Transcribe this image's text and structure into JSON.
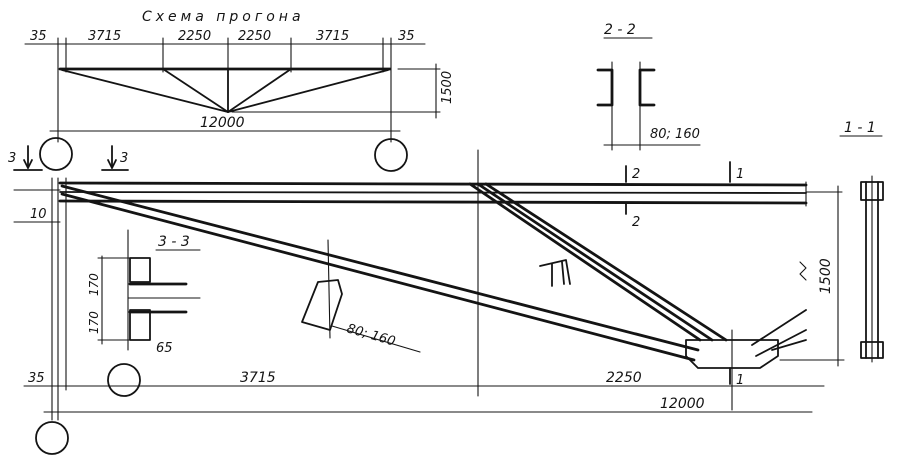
{
  "schema": {
    "title": "Схема прогона",
    "dims": [
      "35",
      "3715",
      "2250",
      "2250",
      "3715",
      "35"
    ],
    "height": "1500",
    "span": "12000"
  },
  "section_2_2": {
    "title": "2 - 2",
    "dim": "80; 160"
  },
  "section_1_1": {
    "title": "1 - 1"
  },
  "section_3_3": {
    "title": "3 - 3",
    "dim_a": "170",
    "dim_b": "170",
    "dim_c": "65"
  },
  "main": {
    "mark_3_left": "3",
    "mark_3_right": "3",
    "mark_2_top": "2",
    "mark_2_bottom": "2",
    "mark_1_top": "1",
    "mark_1_bottom": "1",
    "dim_10": "10",
    "dim_35": "35",
    "dim_3715": "3715",
    "dim_2250": "2250",
    "dim_12000": "12000",
    "dim_1500": "1500",
    "strut_label": "80; 160"
  }
}
